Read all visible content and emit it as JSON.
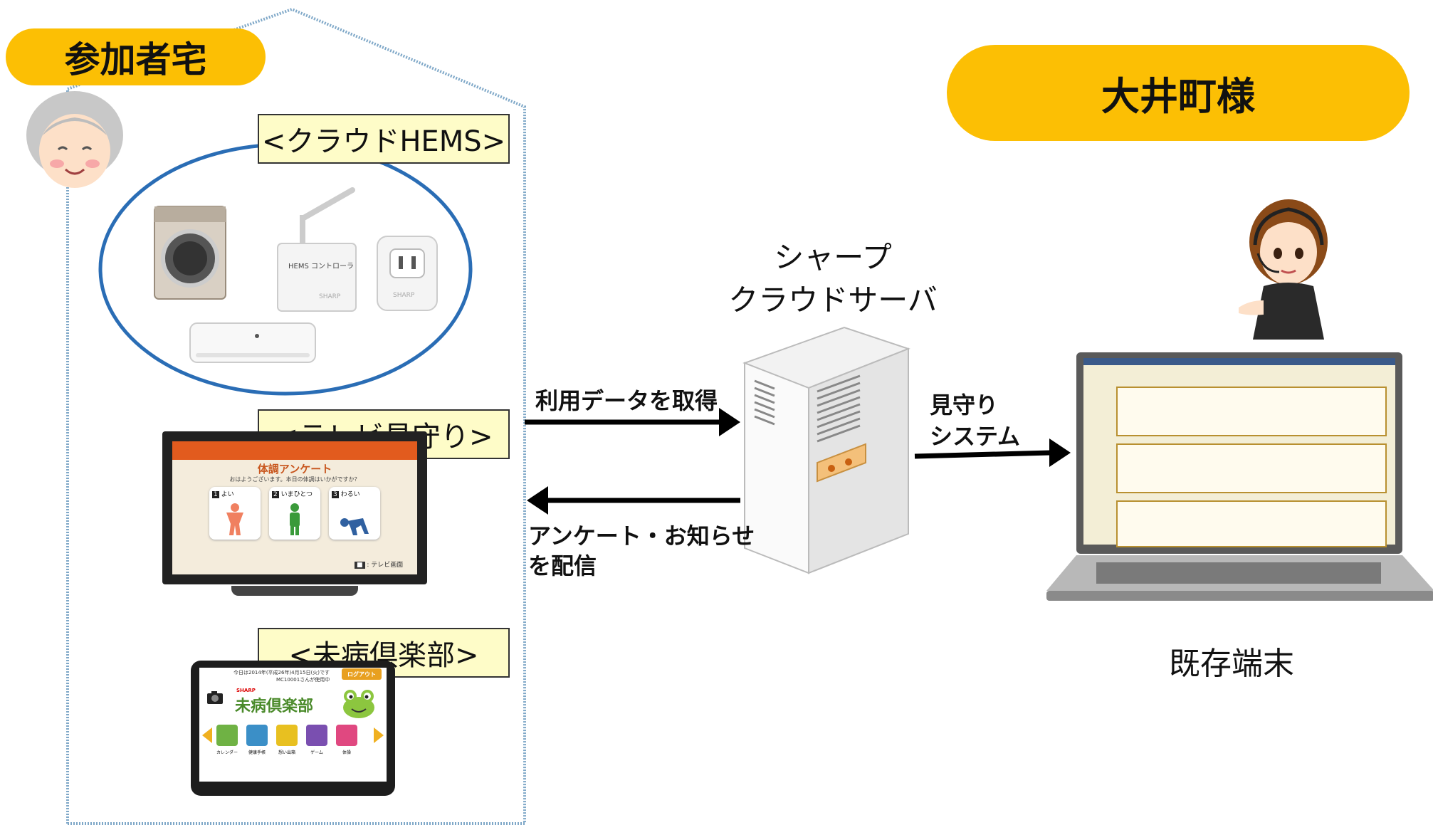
{
  "household": {
    "title": "参加者宅",
    "hems_label": "<クラウドHEMS>",
    "hems_controller_text": "HEMS コントローラ",
    "brand": "SHARP",
    "tv_label": "<テレビ見守り>",
    "club_label": "<未病倶楽部>"
  },
  "tv_screen": {
    "title": "体調アンケート",
    "subtitle": "おはようございます。本日の体調はいかがですか？",
    "options": [
      {
        "num": "1",
        "label": "よい",
        "color": "#f08060"
      },
      {
        "num": "2",
        "label": "いまひとつ",
        "color": "#3a9a3a"
      },
      {
        "num": "3",
        "label": "わるい",
        "color": "#3060a0"
      }
    ],
    "footer": "テレビ画面"
  },
  "tablet_screen": {
    "date_line": "今日は2014年(平成26年)4月15日(火)です",
    "user_line": "MC10001さんが使用中",
    "logout": "ログアウト",
    "brand": "SHARP",
    "title": "未病倶楽部",
    "icons": [
      "カレンダー",
      "健康手帳",
      "想い出箱",
      "ゲーム",
      "体操"
    ]
  },
  "server": {
    "title_line1": "シャープ",
    "title_line2": "クラウドサーバ"
  },
  "arrows": {
    "to_server": "利用データを取得",
    "to_home_line1": "アンケート・お知らせ",
    "to_home_line2": "を配信",
    "to_town_line1": "見守り",
    "to_town_line2": "システム"
  },
  "town": {
    "title": "大井町様",
    "terminal_label": "既存端末"
  },
  "colors": {
    "accent": "#fcbf04",
    "label_bg": "#fefcc8",
    "house_outline": "#7fa8c8",
    "ellipse": "#2a6db5"
  }
}
